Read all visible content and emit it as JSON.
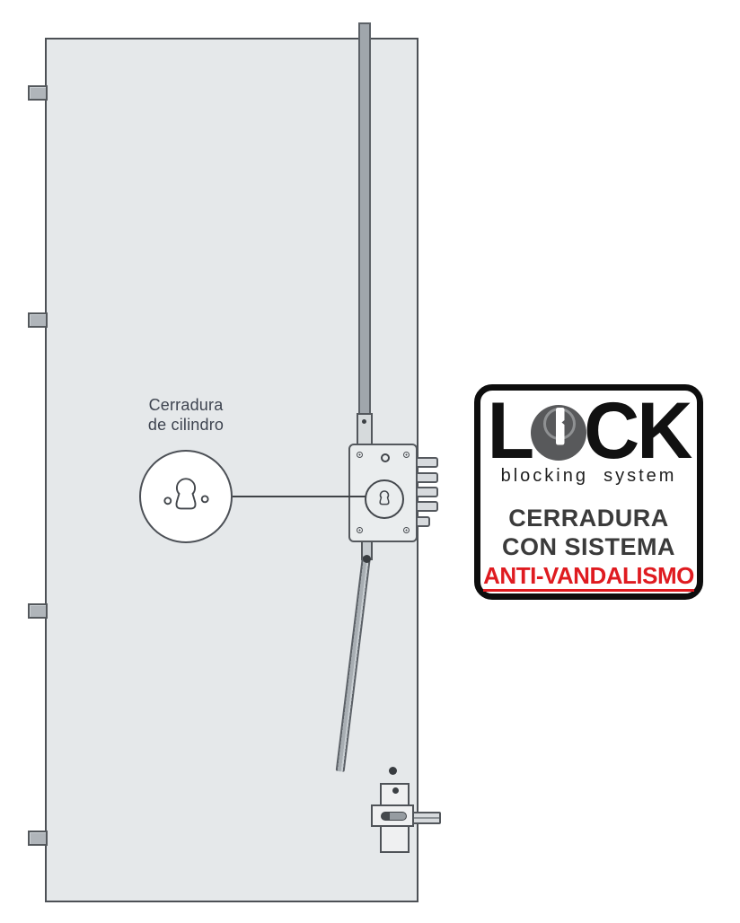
{
  "door_diagram": {
    "label": {
      "line1": "Cerradura",
      "line2": "de cilindro"
    },
    "colors": {
      "door_fill": "#e5e8ea",
      "outline": "#4d5156",
      "metal_gray": "#a0a6ac",
      "plate_fill": "#eff0f1"
    },
    "parts": {
      "hinges_count": 4,
      "deadbolts_count": 5
    }
  },
  "badge": {
    "logo": {
      "left": "L",
      "right": "CK",
      "subtitle": "blocking  system"
    },
    "lines": {
      "line1": "CERRADURA",
      "line2": "CON SISTEMA",
      "line3": "ANTI-VANDALISMO"
    },
    "colors": {
      "border": "#0d0d0d",
      "text": "#3b3b3b",
      "accent_red": "#df1b20",
      "lock_circle_gray": "#58595b"
    }
  }
}
